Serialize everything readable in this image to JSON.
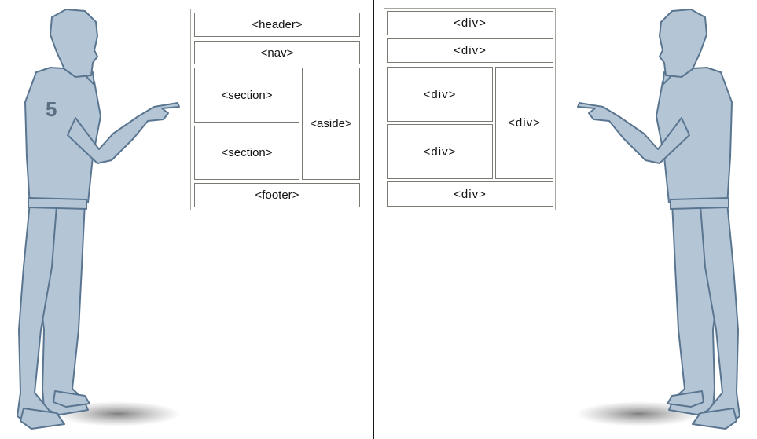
{
  "left_layout": {
    "header": "<header>",
    "nav": "<nav>",
    "section_1": "<section>",
    "section_2": "<section>",
    "aside": "<aside>",
    "footer": "<footer>"
  },
  "right_layout": {
    "header": "<div>",
    "nav": "<div>",
    "section_1": "<div>",
    "section_2": "<div>",
    "aside": "<div>",
    "footer": "<div>"
  },
  "left_figure": {
    "shirt_number": "5"
  },
  "colors": {
    "figure_fill": "#b4c6d6",
    "figure_stroke": "#5a7590",
    "number_color": "#5b6f82"
  }
}
